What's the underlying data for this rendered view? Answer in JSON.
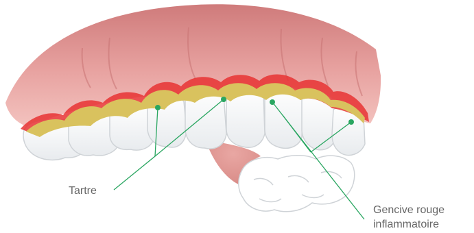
{
  "labels": {
    "tartre": "Tartre",
    "gencive_line1": "Gencive rouge",
    "gencive_line2": "inflammatoire"
  },
  "colors": {
    "gum": "#e59b9b",
    "gum_light": "#f0b9b6",
    "gum_shadow": "#cf7e7e",
    "inflammation": "#e83232",
    "tartar": "#d9c25e",
    "tooth": "#ffffff",
    "tooth_shadow": "#e3e6e9",
    "tooth_outline": "#c9cdd1",
    "pointer": "#2aa661",
    "label_text": "#666666"
  }
}
